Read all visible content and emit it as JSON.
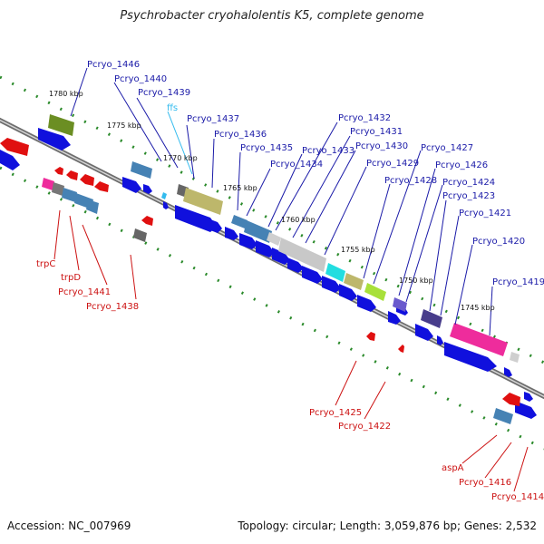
{
  "header": {
    "title": "Psychrobacter cryohalolentis K5, complete genome"
  },
  "footer": {
    "accession": "Accession: NC_007969",
    "topology": "Topology: circular; Length: 3,059,876 bp; Genes: 2,532"
  },
  "colors": {
    "backbone": "#7a7a7a",
    "forward_gene": "#1010dd",
    "reverse_gene": "#e01010",
    "tick": "#22882b",
    "upper_label": "#1a1aa8",
    "lower_label": "#cc1111",
    "rna_label": "#33bbee"
  },
  "scale_labels": [
    "1780 kbp",
    "1775 kbp",
    "1770 kbp",
    "1765 kbp",
    "1760 kbp",
    "1755 kbp",
    "1750 kbp",
    "1745 kbp"
  ],
  "upper_labels": [
    "Pcryo_1446",
    "Pcryo_1440",
    "Pcryo_1439",
    "ffs",
    "Pcryo_1437",
    "Pcryo_1436",
    "Pcryo_1435",
    "Pcryo_1434",
    "Pcryo_1433",
    "Pcryo_1432",
    "Pcryo_1431",
    "Pcryo_1430",
    "Pcryo_1429",
    "Pcryo_1428",
    "Pcryo_1427",
    "Pcryo_1426",
    "Pcryo_1424",
    "Pcryo_1423",
    "Pcryo_1421",
    "Pcryo_1420",
    "Pcryo_1419"
  ],
  "lower_labels": [
    "trpC",
    "trpD",
    "Pcryo_1441",
    "Pcryo_1438",
    "Pcryo_1425",
    "Pcryo_1422",
    "aspA",
    "Pcryo_1416",
    "Pcryo_1414"
  ]
}
